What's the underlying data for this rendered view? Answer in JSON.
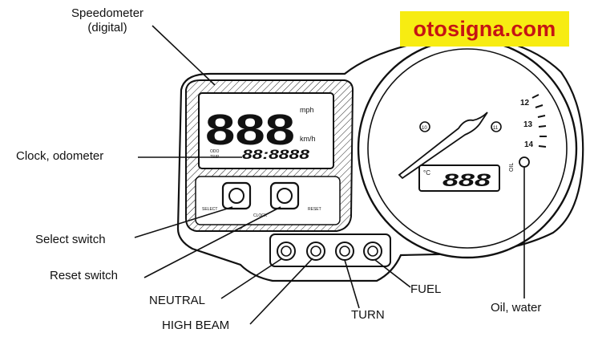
{
  "watermark": "otosigna.com",
  "callouts": {
    "speedometer_line1": "Speedometer",
    "speedometer_line2": "(digital)",
    "clock_odometer": "Clock, odometer",
    "select_switch": "Select switch",
    "reset_switch": "Reset switch",
    "neutral": "NEUTRAL",
    "high_beam": "HIGH BEAM",
    "turn": "TURN",
    "fuel": "FUEL",
    "oil_water": "Oil, water"
  },
  "lcd": {
    "speed_digits": "888",
    "speed_unit_mph": "mph",
    "speed_unit_kmh": "km/h",
    "odo_small_top": "ODO",
    "odo_small_bottom": "TRIP",
    "odometer_digits": "88:8888",
    "button_label_left": "SELECT",
    "button_label_mid": "CLOCK",
    "button_label_right": "RESET"
  },
  "tachometer": {
    "tick_labels": [
      "12",
      "13",
      "14"
    ],
    "small_marks": [
      "10",
      "11"
    ],
    "temp_display": "888",
    "temp_icon": "°C",
    "fuel_letters": "OIL"
  },
  "colors": {
    "ink": "#111111",
    "watermark_bg": "#f7ec12",
    "watermark_text": "#c61414"
  }
}
